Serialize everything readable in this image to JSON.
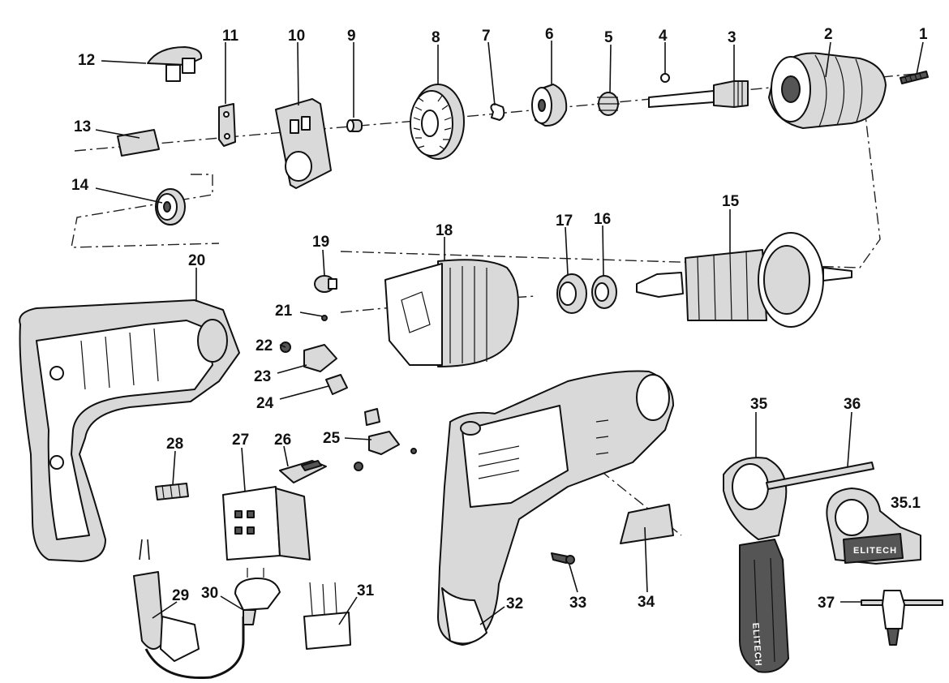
{
  "labels": {
    "p1": "1",
    "p2": "2",
    "p3": "3",
    "p4": "4",
    "p5": "5",
    "p6": "6",
    "p7": "7",
    "p8": "8",
    "p9": "9",
    "p10": "10",
    "p11": "11",
    "p12": "12",
    "p13": "13",
    "p14": "14",
    "p15": "15",
    "p16": "16",
    "p17": "17",
    "p18": "18",
    "p19": "19",
    "p20": "20",
    "p21": "21",
    "p22": "22",
    "p23": "23",
    "p24": "24",
    "p25": "25",
    "p26": "26",
    "p27": "27",
    "p28": "28",
    "p29": "29",
    "p30": "30",
    "p31": "31",
    "p32": "32",
    "p33": "33",
    "p34": "34",
    "p35": "35",
    "p35_1": "35.1",
    "p36": "36",
    "p37": "37"
  },
  "brand": "ELITECH"
}
